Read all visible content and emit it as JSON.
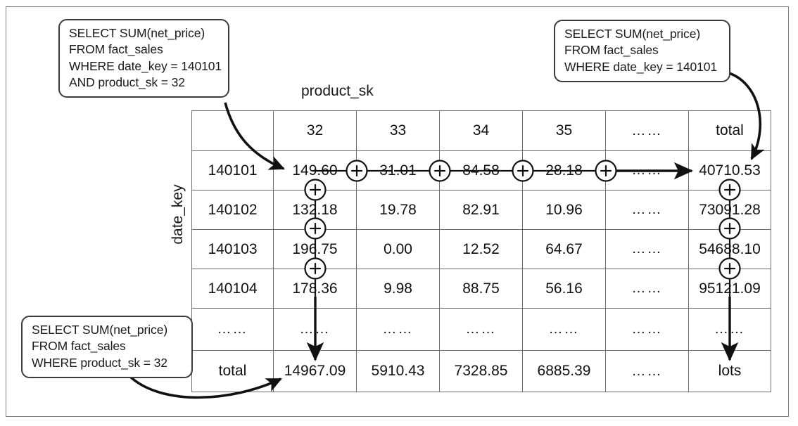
{
  "figure": {
    "column_axis_label": "product_sk",
    "row_axis_label": "date_key"
  },
  "callouts": {
    "top_left": {
      "line1": "SELECT SUM(net_price)",
      "line2": "FROM fact_sales",
      "line3": "WHERE date_key = 140101",
      "line4": "AND product_sk = 32"
    },
    "top_right": {
      "line1": "SELECT SUM(net_price)",
      "line2": "FROM fact_sales",
      "line3": "WHERE date_key = 140101"
    },
    "bottom_left": {
      "line1": "SELECT SUM(net_price)",
      "line2": "FROM fact_sales",
      "line3": "WHERE product_sk = 32"
    }
  },
  "table": {
    "corner": "",
    "column_headers": [
      "32",
      "33",
      "34",
      "35",
      "……",
      "total"
    ],
    "rows": [
      {
        "header": "140101",
        "cells": [
          "149.60",
          "31.01",
          "84.58",
          "28.18",
          "……",
          "40710.53"
        ]
      },
      {
        "header": "140102",
        "cells": [
          "132.18",
          "19.78",
          "82.91",
          "10.96",
          "……",
          "73091.28"
        ]
      },
      {
        "header": "140103",
        "cells": [
          "196.75",
          "0.00",
          "12.52",
          "64.67",
          "……",
          "54688.10"
        ]
      },
      {
        "header": "140104",
        "cells": [
          "178.36",
          "9.98",
          "88.75",
          "56.16",
          "……",
          "95121.09"
        ]
      },
      {
        "header": "……",
        "cells": [
          "……",
          "……",
          "……",
          "……",
          "……",
          "……"
        ]
      },
      {
        "header": "total",
        "cells": [
          "14967.09",
          "5910.43",
          "7328.85",
          "6885.39",
          "……",
          "lots"
        ]
      }
    ]
  },
  "operators": {
    "plus_symbol": "+",
    "row_sum_count": 4,
    "col_sum_count": 4
  },
  "colors": {
    "header_fill": "#ececec",
    "cell_fill": "#ffffff",
    "grid_line": "#6d6d6d",
    "ink": "#111111",
    "frame": "#808080"
  }
}
